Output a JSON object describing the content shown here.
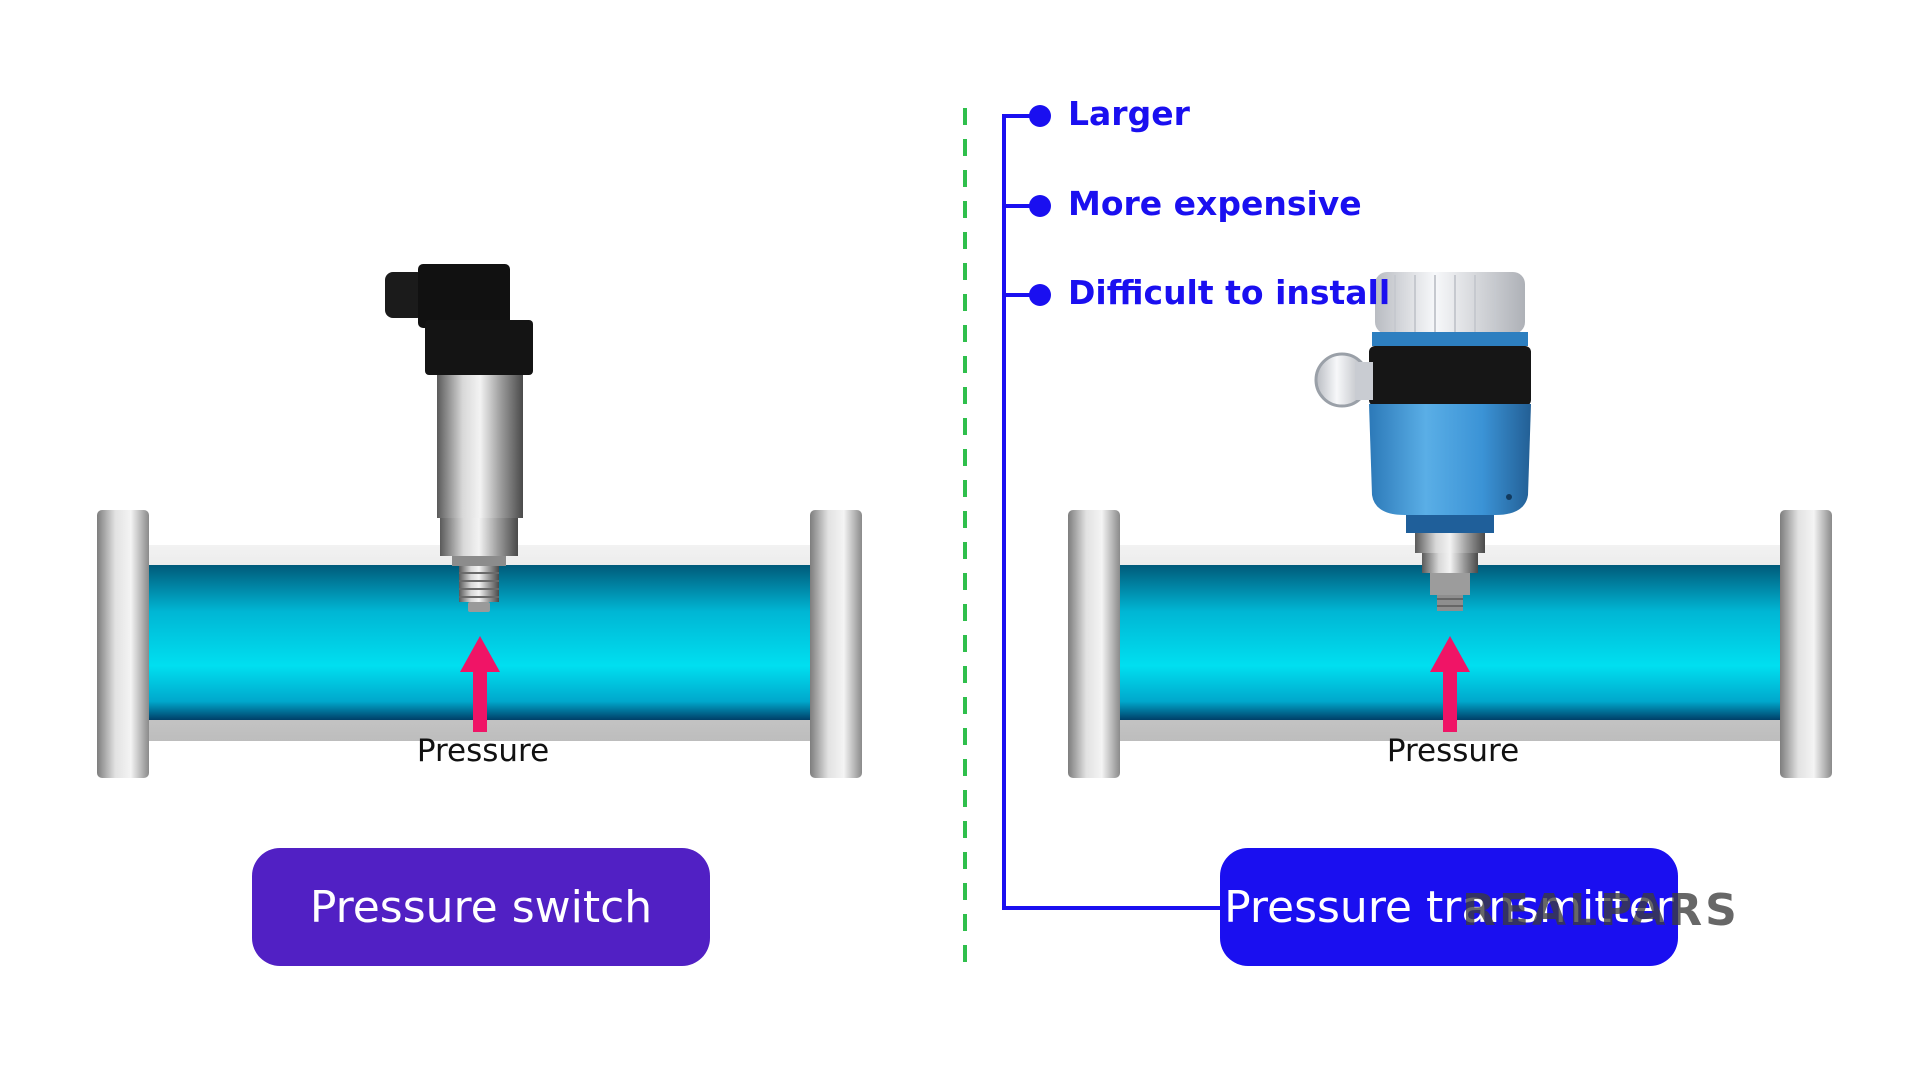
{
  "left": {
    "pressure_label": "Pressure",
    "title": "Pressure switch"
  },
  "right": {
    "pressure_label": "Pressure",
    "title": "Pressure transmitter",
    "disadvantages": [
      "Larger",
      "More expensive",
      "Difficult to install"
    ]
  },
  "watermark": "REALPARS",
  "colors": {
    "switch_pill": "#5120c4",
    "transmitter_pill": "#1a0ff0",
    "bracket": "#1a0ff0",
    "divider": "#2fbf4c",
    "arrow": "#f01466",
    "fluid": "#00c8e0",
    "transmitter_body": "#3b93d6"
  }
}
